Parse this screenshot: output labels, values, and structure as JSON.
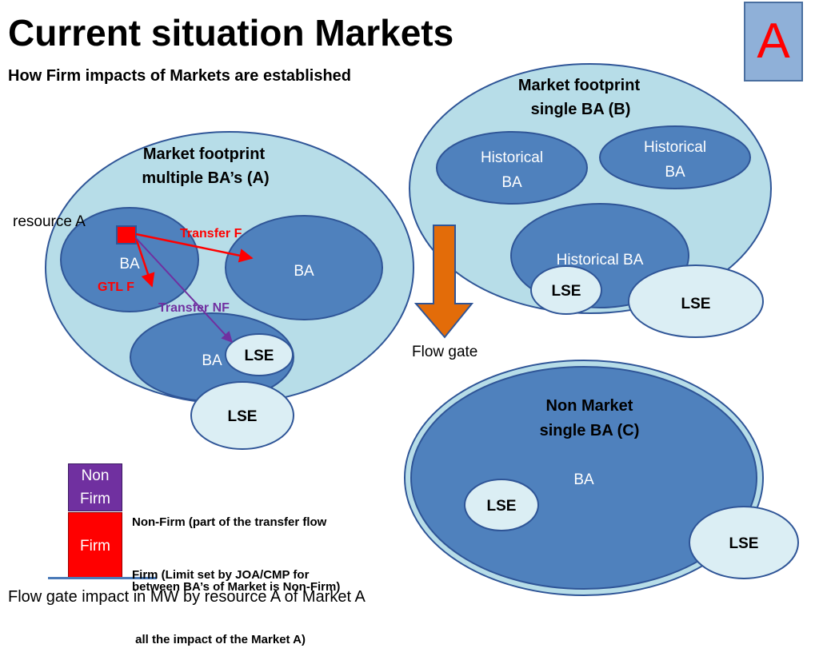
{
  "header": {
    "title": "Current situation Markets",
    "subtitle": "How Firm impacts of Markets are established",
    "badge": "A"
  },
  "market_a": {
    "label_line1": "Market footprint",
    "label_line2": "multiple BA’s (A)",
    "ba_left": "BA",
    "ba_right": "BA",
    "ba_bottom": "BA",
    "lse_inner": "LSE",
    "lse_outer": "LSE",
    "resource_label": "resource A",
    "transfer_f": "Transfer  F",
    "gtl_f": "GTL  F",
    "transfer_nf": "Transfer NF"
  },
  "market_b": {
    "label_line1": "Market footprint",
    "label_line2": "single BA (B)",
    "hist_1_line1": "Historical",
    "hist_1_line2": "BA",
    "hist_2_line1": "Historical",
    "hist_2_line2": "BA",
    "hist_3": "Historical BA",
    "lse_inner": "LSE",
    "lse_outer": "LSE"
  },
  "flowgate": {
    "label": "Flow gate"
  },
  "non_market_c": {
    "label_line1": "Non Market",
    "label_line2": "single BA (C)",
    "ba": "BA",
    "lse_inner": "LSE",
    "lse_outer": "LSE"
  },
  "legend": {
    "nonfirm_box": "Non\nFirm",
    "firm_box": "Firm",
    "nonfirm_text_line1": "Non-Firm (part of the transfer flow",
    "nonfirm_text_line2": "between BA’s of Market is Non-Firm)",
    "firm_text_line1": "Firm (Limit set by JOA/CMP for",
    "firm_text_line2": " all the impact of the Market A)"
  },
  "caption": "Flow gate impact in MW by resource A of Market A",
  "colors": {
    "market_light": "#b7dde8",
    "ba_blue": "#4f81bd",
    "lse_light": "#dbeef4",
    "outline": "#2f5597",
    "firm_red": "#ff0000",
    "nonfirm_purple": "#7030a0",
    "flowgate_orange": "#e36c09"
  }
}
